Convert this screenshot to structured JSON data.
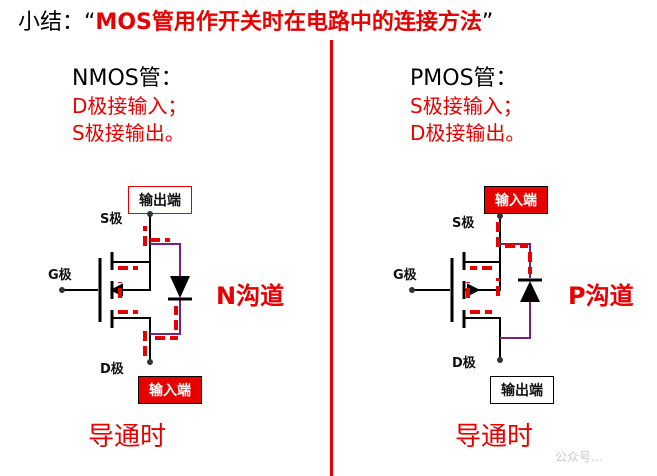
{
  "title": {
    "prefix": "小结：",
    "open_quote": "“",
    "highlight": "MOS",
    "text": "管用作开关时在电路中的连接方法",
    "close_quote": "”"
  },
  "left": {
    "heading": "NMOS管：",
    "line1_letter": "D",
    "line1_rest": "极接输入；",
    "line2_letter": "S",
    "line2_rest": "极接输出。",
    "box_top": "输出端",
    "box_bottom": "输入端",
    "pin_s": "S极",
    "pin_g": "G极",
    "pin_d": "D极",
    "channel": "N沟道",
    "state": "导通时"
  },
  "right": {
    "heading": "PMOS管：",
    "line1_letter": "S",
    "line1_rest": "极接输入；",
    "line2_letter": "D",
    "line2_rest": "极接输出。",
    "box_top": "输入端",
    "box_bottom": "输出端",
    "pin_s": "S极",
    "pin_g": "G极",
    "pin_d": "D极",
    "channel": "P沟道",
    "state": "导通时"
  },
  "colors": {
    "accent": "#e60000",
    "diode_wire": "#7a1f7a"
  },
  "watermark": "公众号…"
}
